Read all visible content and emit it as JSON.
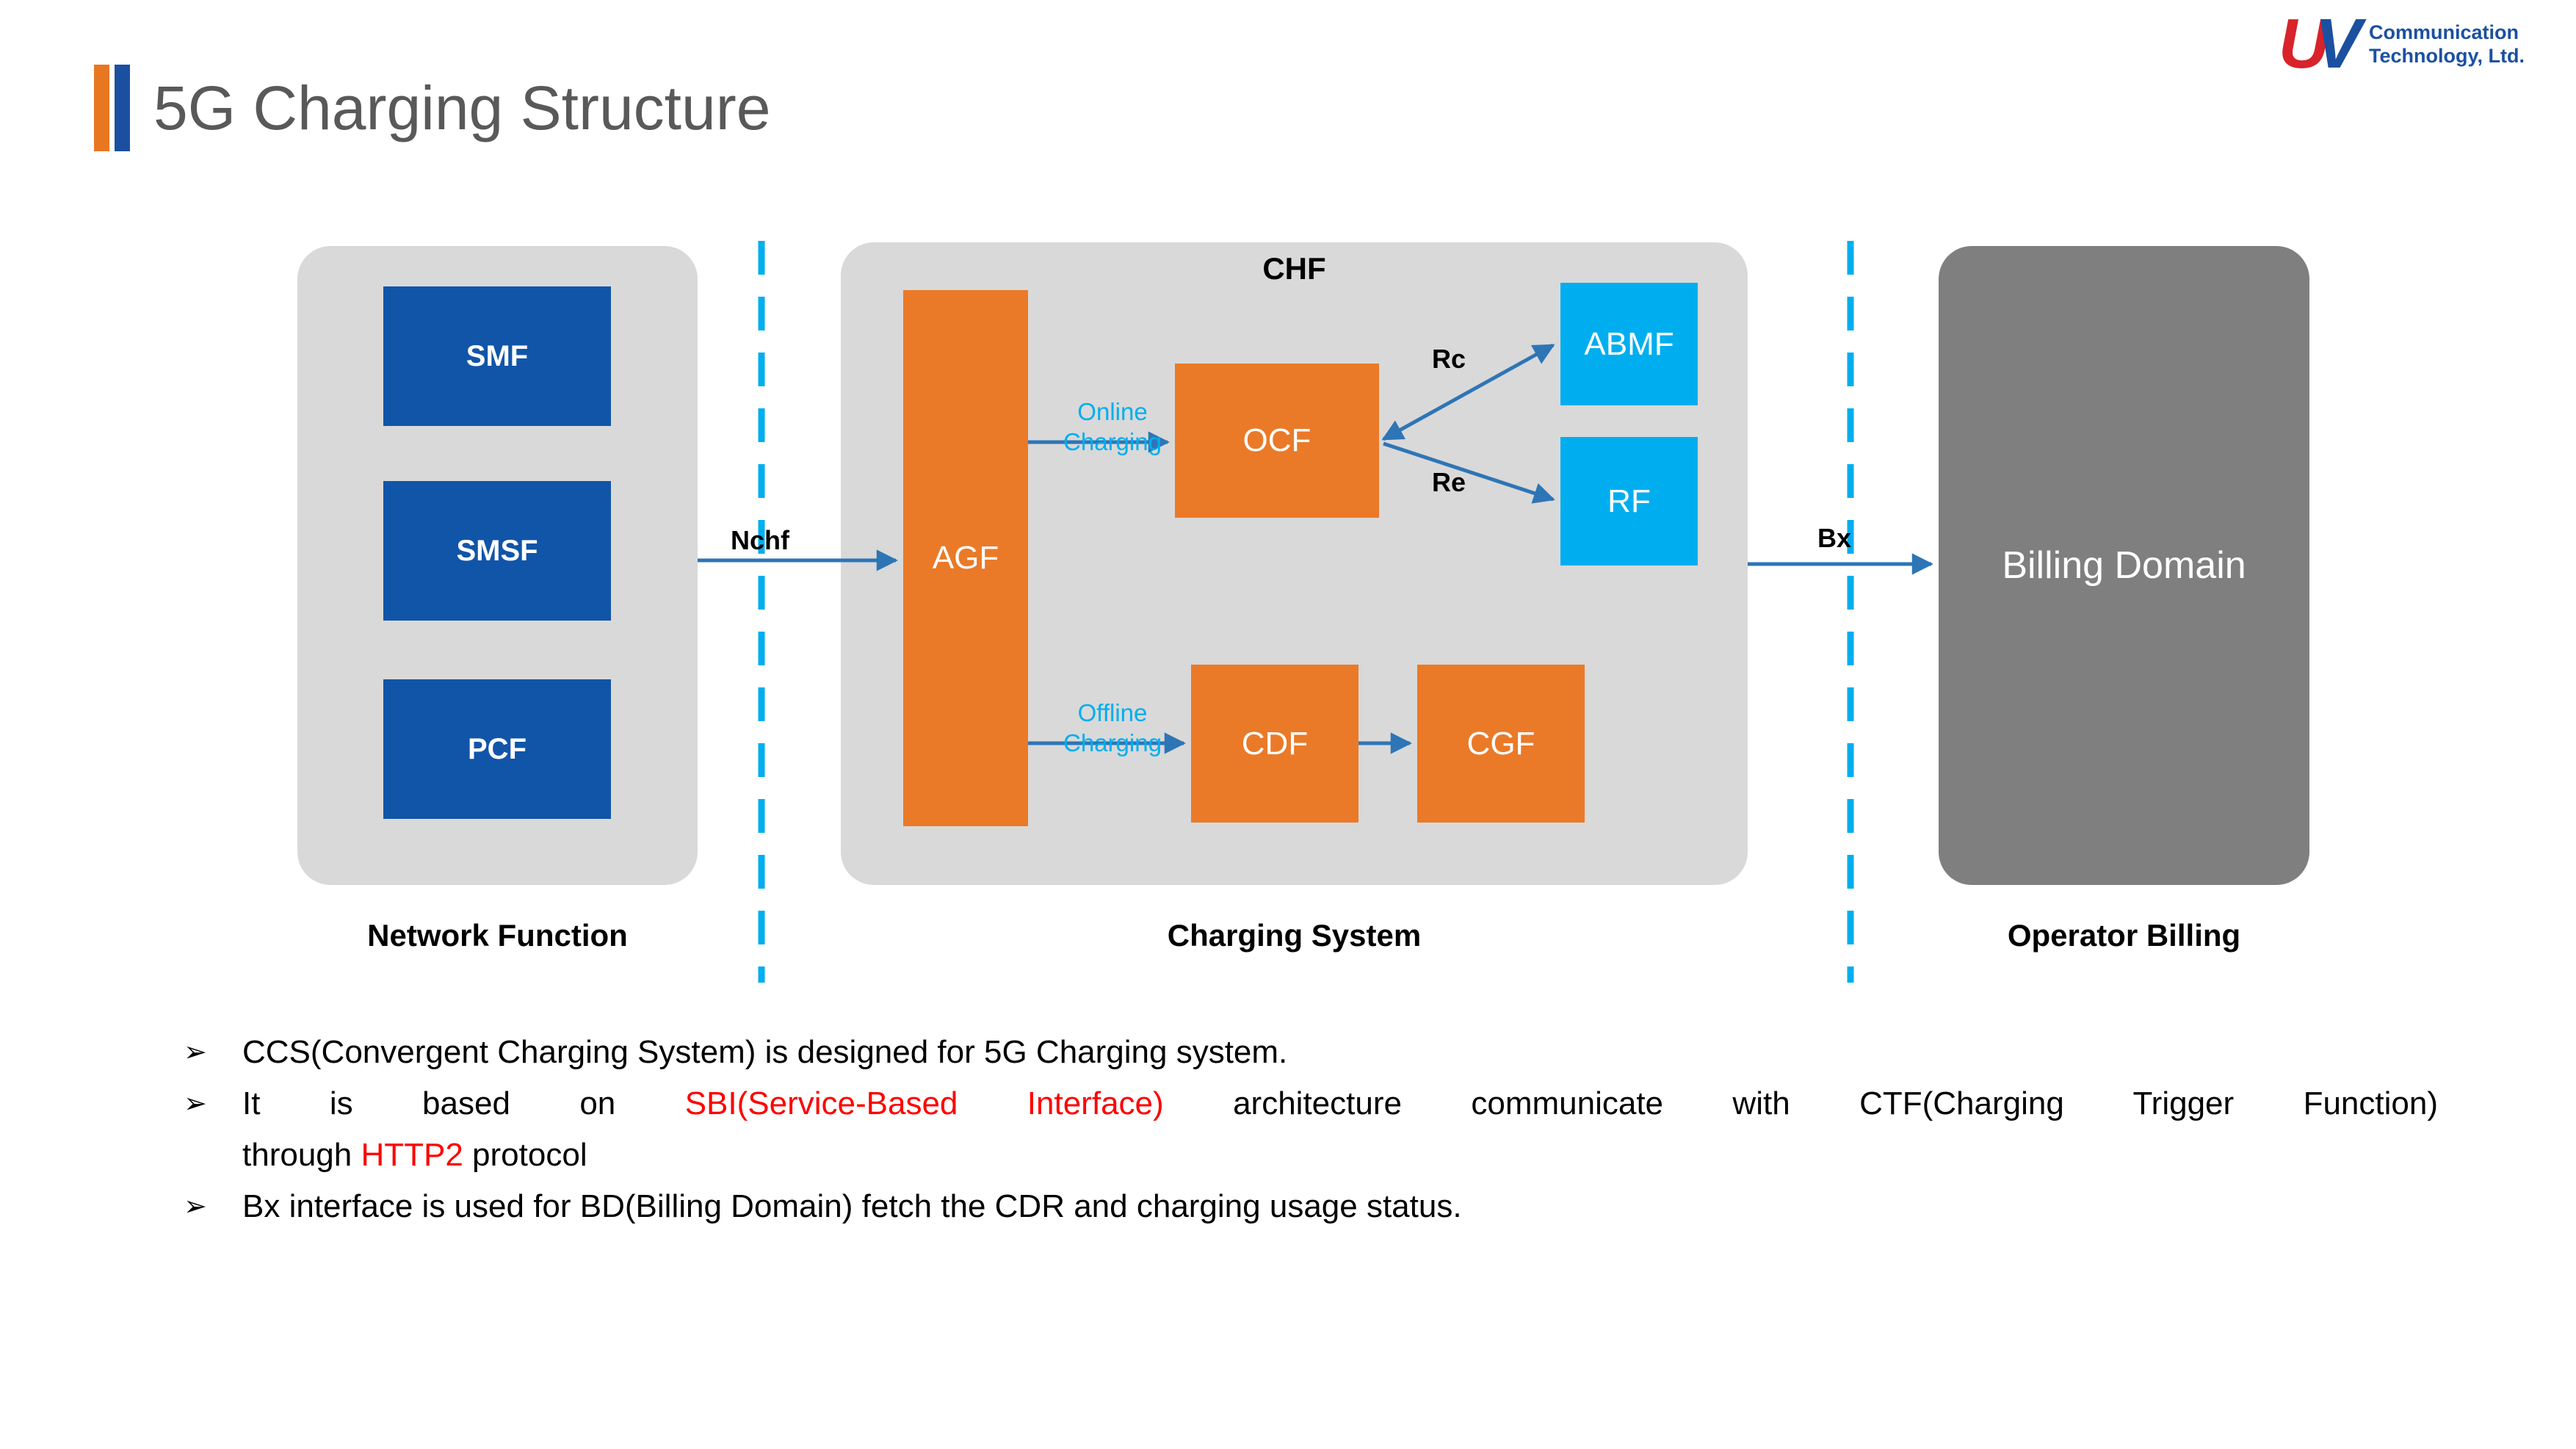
{
  "colors": {
    "accent_orange": "#E87722",
    "accent_blue": "#1B50A0",
    "title_gray": "#595959",
    "panel_gray": "#D9D9D9",
    "box_blue": "#1155A8",
    "box_orange": "#EA7A28",
    "box_cyan": "#00AEEF",
    "billing_gray": "#7F7F7F",
    "connector_blue": "#2E75B6",
    "dashed_cyan": "#00AEEF",
    "highlight_red": "#FF0000"
  },
  "header": {
    "title": "5G Charging Structure",
    "logo": {
      "mark_u": "U",
      "mark_v": "V",
      "line1": "Communication",
      "line2": "Technology, Ltd."
    }
  },
  "diagram": {
    "network_function": {
      "caption": "Network Function",
      "nodes": [
        {
          "label": "SMF"
        },
        {
          "label": "SMSF"
        },
        {
          "label": "PCF"
        }
      ]
    },
    "charging_system": {
      "caption": "Charging System",
      "chf_label": "CHF",
      "agf": "AGF",
      "ocf": "OCF",
      "cdf": "CDF",
      "cgf": "CGF",
      "abmf": "ABMF",
      "rf": "RF"
    },
    "billing": {
      "caption": "Operator Billing",
      "label": "Billing Domain"
    },
    "edges": {
      "nchf": "Nchf",
      "online": [
        "Online",
        "Charging"
      ],
      "offline": [
        "Offline",
        "Charging"
      ],
      "rc": "Rc",
      "re": "Re",
      "bx": "Bx"
    }
  },
  "bullets": {
    "marker": "➢",
    "items": [
      {
        "lines": [
          [
            {
              "t": "CCS(Convergent Charging System) is designed for 5G Charging system."
            }
          ]
        ]
      },
      {
        "lines": [
          [
            {
              "t": "It is based on "
            },
            {
              "t": "SBI(Service-Based Interface)",
              "red": true
            },
            {
              "t": " architecture communicate with CTF(Charging Trigger Function)"
            }
          ],
          [
            {
              "t": "through "
            },
            {
              "t": "HTTP2",
              "red": true
            },
            {
              "t": " protocol"
            }
          ]
        ]
      },
      {
        "lines": [
          [
            {
              "t": "Bx interface is used for BD(Billing Domain) fetch the CDR and charging usage status."
            }
          ]
        ]
      }
    ]
  }
}
